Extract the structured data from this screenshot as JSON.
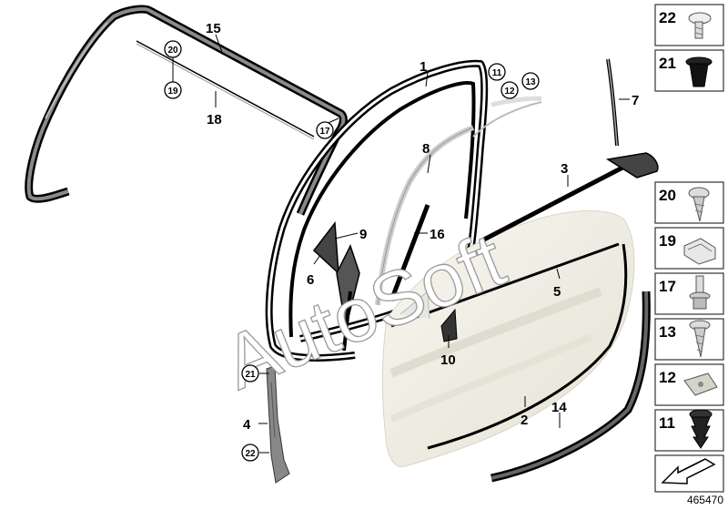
{
  "watermark": "AutoSoft",
  "reference_number": "465470",
  "callouts": {
    "c1": "1",
    "c2": "2",
    "c3": "3",
    "c4": "4",
    "c5": "5",
    "c6": "6",
    "c7": "7",
    "c8": "8",
    "c9": "9",
    "c10": "10",
    "c14": "14",
    "c15": "15",
    "c16": "16",
    "c18": "18"
  },
  "circled_callouts": {
    "c11": "11",
    "c12": "12",
    "c13": "13",
    "c17": "17",
    "c19": "19",
    "c20": "20",
    "c21": "21",
    "c22": "22"
  },
  "side_panel": [
    {
      "number": "22",
      "icon": "push-rivet-icon"
    },
    {
      "number": "21",
      "icon": "expanding-nut-icon"
    },
    {
      "number": "20",
      "icon": "torx-screw-icon"
    },
    {
      "number": "19",
      "icon": "clip-icon"
    },
    {
      "number": "17",
      "icon": "bolt-with-washer-icon"
    },
    {
      "number": "13",
      "icon": "oval-head-screw-icon"
    },
    {
      "number": "12",
      "icon": "sheet-nut-icon"
    },
    {
      "number": "11",
      "icon": "fir-tree-clip-icon"
    }
  ],
  "colors": {
    "line": "#000000",
    "panel_border": "#333333",
    "door_fill": "#f1efe6"
  }
}
